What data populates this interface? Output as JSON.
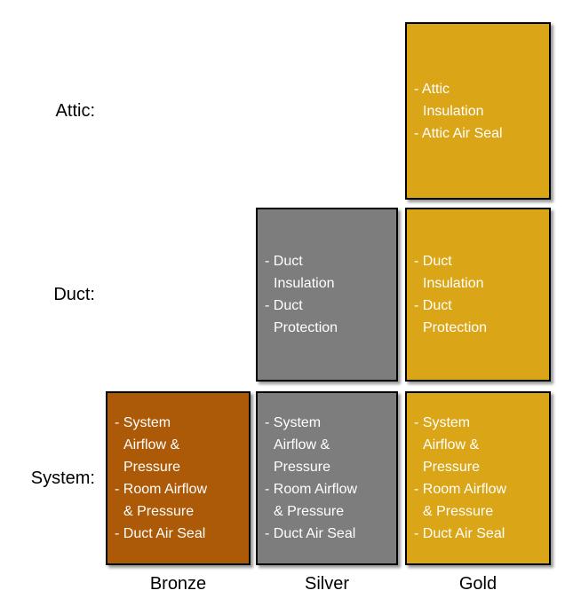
{
  "diagram": {
    "row_labels": [
      {
        "id": "attic",
        "label": "Attic:"
      },
      {
        "id": "duct",
        "label": "Duct:"
      },
      {
        "id": "system",
        "label": "System:"
      }
    ],
    "column_labels": [
      {
        "id": "bronze",
        "label": "Bronze"
      },
      {
        "id": "silver",
        "label": "Silver"
      },
      {
        "id": "gold",
        "label": "Gold"
      }
    ],
    "cells": {
      "attic_gold": {
        "row": "Attic",
        "column": "Gold",
        "tier": "gold",
        "items": [
          {
            "text": "Attic Insulation",
            "lines": [
              "Attic",
              "Insulation"
            ]
          },
          {
            "text": "Attic Air Seal",
            "lines": [
              "Attic Air Seal"
            ]
          }
        ]
      },
      "duct_silver": {
        "row": "Duct",
        "column": "Silver",
        "tier": "silver",
        "items": [
          {
            "text": "Duct Insulation",
            "lines": [
              "Duct",
              "Insulation"
            ]
          },
          {
            "text": "Duct Protection",
            "lines": [
              "Duct",
              "Protection"
            ]
          }
        ]
      },
      "duct_gold": {
        "row": "Duct",
        "column": "Gold",
        "tier": "gold",
        "items": [
          {
            "text": "Duct Insulation",
            "lines": [
              "Duct",
              "Insulation"
            ]
          },
          {
            "text": "Duct Protection",
            "lines": [
              "Duct",
              "Protection"
            ]
          }
        ]
      },
      "system_bronze": {
        "row": "System",
        "column": "Bronze",
        "tier": "bronze",
        "items": [
          {
            "text": "System Airflow & Pressure",
            "lines": [
              "System",
              "Airflow &",
              "Pressure"
            ]
          },
          {
            "text": "Room Airflow & Pressure",
            "lines": [
              "Room Airflow",
              "& Pressure"
            ]
          },
          {
            "text": "Duct Air Seal",
            "lines": [
              "Duct Air Seal"
            ]
          }
        ]
      },
      "system_silver": {
        "row": "System",
        "column": "Silver",
        "tier": "silver",
        "items": [
          {
            "text": "System Airflow & Pressure",
            "lines": [
              "System",
              "Airflow &",
              "Pressure"
            ]
          },
          {
            "text": "Room Airflow & Pressure",
            "lines": [
              "Room Airflow",
              "& Pressure"
            ]
          },
          {
            "text": "Duct Air Seal",
            "lines": [
              "Duct Air Seal"
            ]
          }
        ]
      },
      "system_gold": {
        "row": "System",
        "column": "Gold",
        "tier": "gold",
        "items": [
          {
            "text": "System Airflow & Pressure",
            "lines": [
              "System",
              "Airflow &",
              "Pressure"
            ]
          },
          {
            "text": "Room Airflow & Pressure",
            "lines": [
              "Room Airflow",
              "& Pressure"
            ]
          },
          {
            "text": "Duct Air Seal",
            "lines": [
              "Duct Air Seal"
            ]
          }
        ]
      }
    },
    "colors": {
      "bronze": "#AC5A08",
      "silver": "#7D7D7D",
      "gold": "#DAA516",
      "box_border": "#000000",
      "box_text": "#FFFFFF",
      "label_text": "#000000",
      "background": "#FFFFFF"
    }
  }
}
